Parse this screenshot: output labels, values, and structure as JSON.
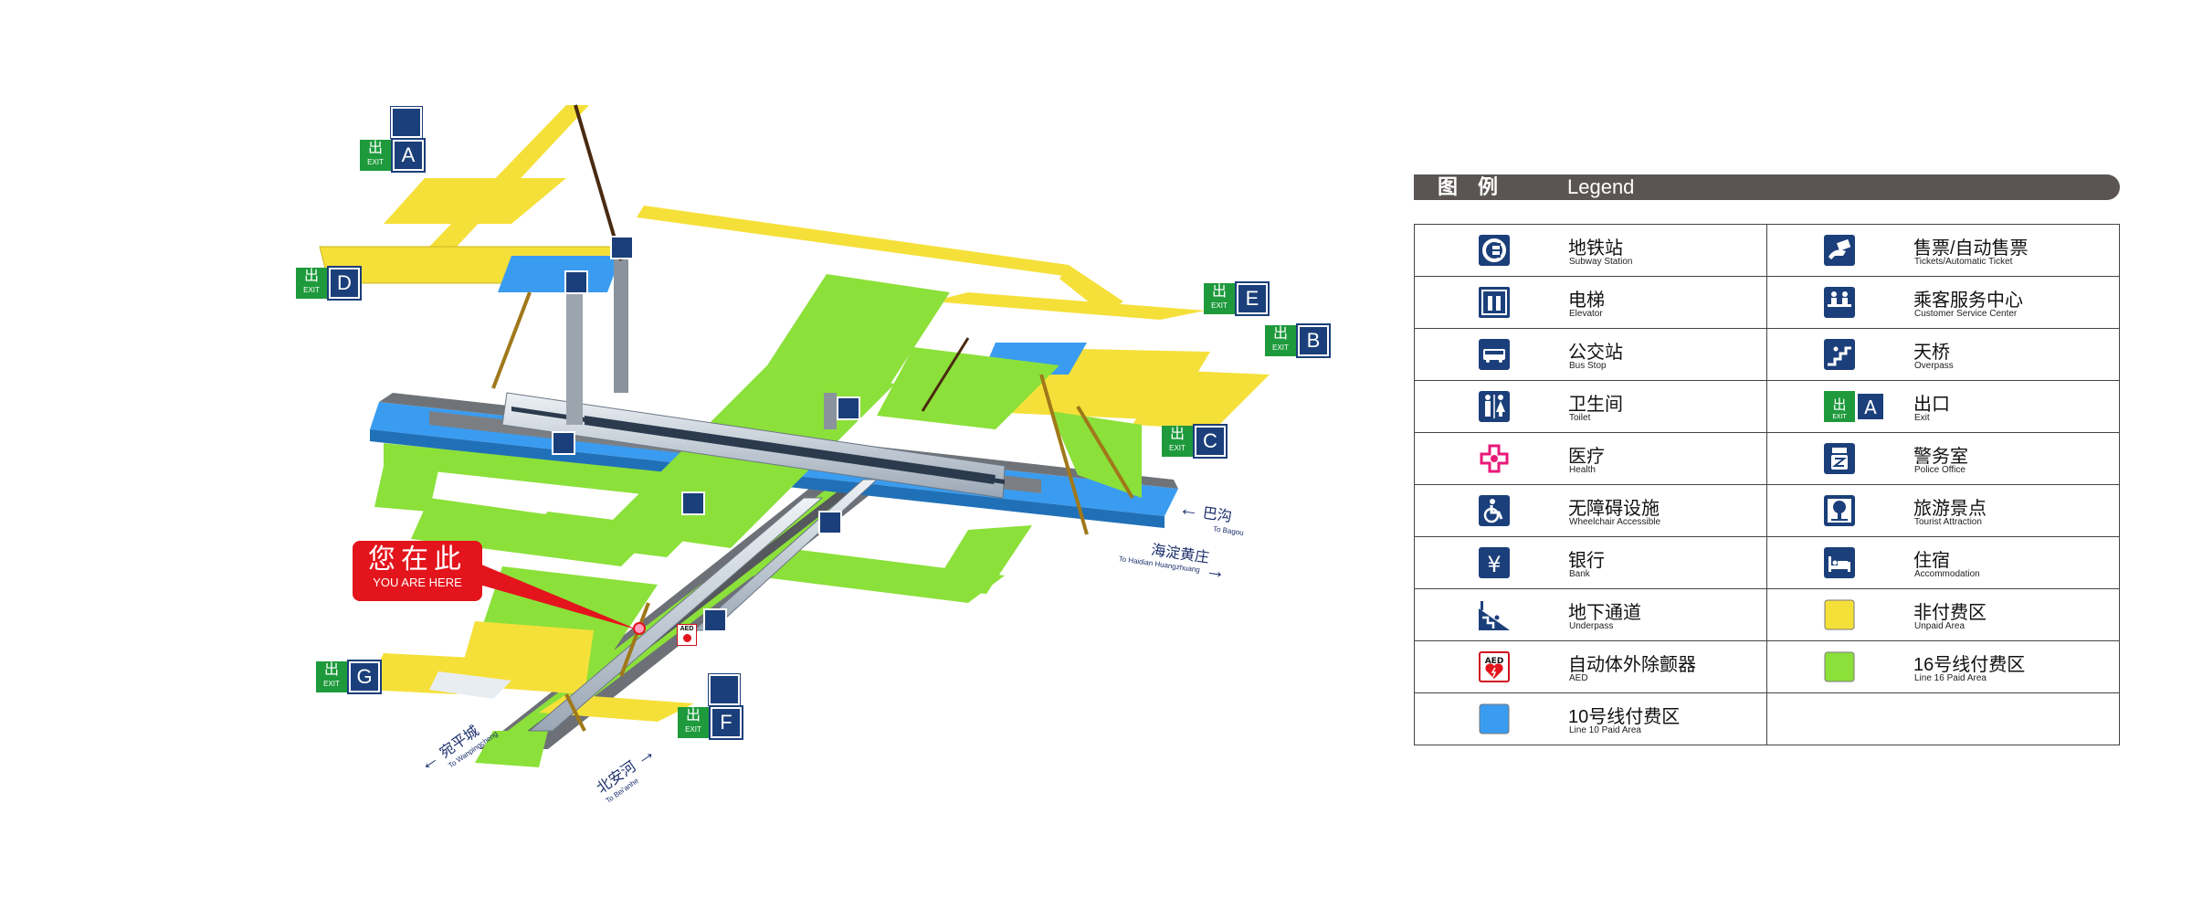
{
  "you_are_here": {
    "cn": "您在此",
    "en": "YOU ARE HERE"
  },
  "exits": [
    {
      "letter": "A",
      "label": "EXIT"
    },
    {
      "letter": "B",
      "label": "EXIT"
    },
    {
      "letter": "C",
      "label": "EXIT"
    },
    {
      "letter": "D",
      "label": "EXIT"
    },
    {
      "letter": "E",
      "label": "EXIT"
    },
    {
      "letter": "F",
      "label": "EXIT"
    },
    {
      "letter": "G",
      "label": "EXIT"
    }
  ],
  "exit_glyph": "出",
  "aed_text": "AED",
  "directions": {
    "bagou": {
      "cn": "巴沟",
      "en": "To Bagou"
    },
    "haidian": {
      "cn": "海淀黄庄",
      "en": "To Haidian Huangzhuang"
    },
    "wanpingcheng": {
      "cn": "宛平城",
      "en": "To Wanpingcheng"
    },
    "beianhe": {
      "cn": "北安河",
      "en": "To Bei'anhe"
    }
  },
  "legend": {
    "title_cn": "图例",
    "title_en": "Legend",
    "rows": [
      [
        {
          "cn": "地铁站",
          "en": "Subway Station",
          "icon": "subway-icon"
        },
        {
          "cn": "售票/自动售票",
          "en": "Tickets/Automatic Ticket",
          "icon": "ticket-icon"
        }
      ],
      [
        {
          "cn": "电梯",
          "en": "Elevator",
          "icon": "elevator-icon"
        },
        {
          "cn": "乘客服务中心",
          "en": "Customer Service Center",
          "icon": "customer-service-icon"
        }
      ],
      [
        {
          "cn": "公交站",
          "en": "Bus Stop",
          "icon": "bus-icon"
        },
        {
          "cn": "天桥",
          "en": "Overpass",
          "icon": "overpass-icon"
        }
      ],
      [
        {
          "cn": "卫生间",
          "en": "Toilet",
          "icon": "toilet-icon"
        },
        {
          "cn": "出口",
          "en": "Exit",
          "icon": "exit-icon"
        }
      ],
      [
        {
          "cn": "医疗",
          "en": "Health",
          "icon": "health-icon"
        },
        {
          "cn": "警务室",
          "en": "Police Office",
          "icon": "police-icon"
        }
      ],
      [
        {
          "cn": "无障碍设施",
          "en": "Wheelchair Accessible",
          "icon": "wheelchair-icon"
        },
        {
          "cn": "旅游景点",
          "en": "Tourist Attraction",
          "icon": "tourist-icon"
        }
      ],
      [
        {
          "cn": "银行",
          "en": "Bank",
          "icon": "bank-icon"
        },
        {
          "cn": "住宿",
          "en": "Accommodation",
          "icon": "accommodation-icon"
        }
      ],
      [
        {
          "cn": "地下通道",
          "en": "Underpass",
          "icon": "underpass-icon"
        },
        {
          "cn": "非付费区",
          "en": "Unpaid Area",
          "icon": "unpaid-swatch"
        }
      ],
      [
        {
          "cn": "自动体外除颤器",
          "en": "AED",
          "icon": "aed-icon"
        },
        {
          "cn": "16号线付费区",
          "en": "Line 16 Paid Area",
          "icon": "line16-swatch"
        }
      ],
      [
        {
          "cn": "10号线付费区",
          "en": "Line 10 Paid Area",
          "icon": "line10-swatch"
        },
        null
      ]
    ]
  },
  "colors": {
    "unpaid": "#f5e03a",
    "line16_paid": "#8ce03a",
    "line10_paid": "#3a9cf0",
    "icon_blue": "#1b3f7a",
    "exit_green": "#1e9a3c",
    "you_are_here": "#e3141c"
  }
}
